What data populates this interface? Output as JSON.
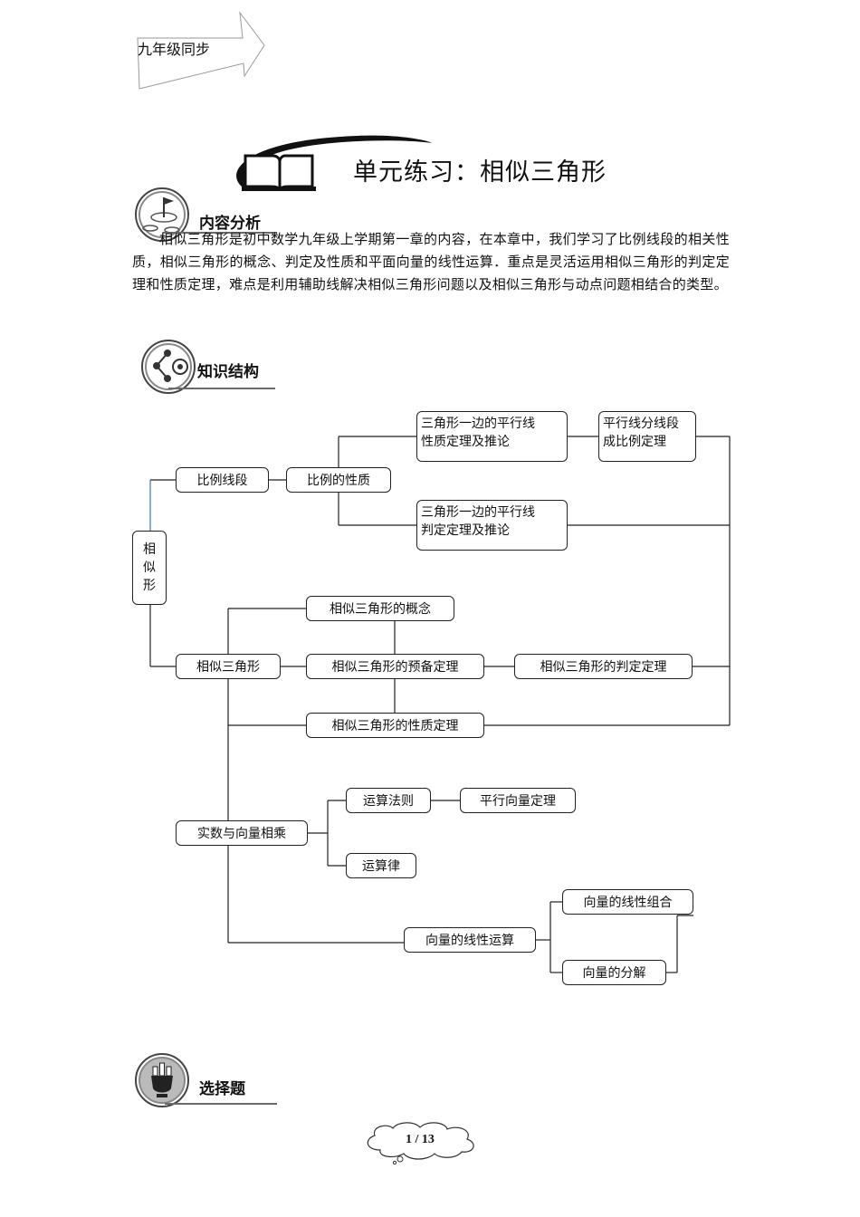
{
  "header": {
    "tag_label": "九年级同步",
    "title": "单元练习：相似三角形"
  },
  "sections": {
    "content_analysis": "内容分析",
    "knowledge_structure": "知识结构",
    "multiple_choice": "选择题"
  },
  "intro_text": "相似三角形是初中数学九年级上学期第一章的内容，在本章中，我们学习了比例线段的相关性质，相似三角形的概念、判定及性质和平面向量的线性运算．重点是灵活运用相似三角形的判定定理和性质定理，难点是利用辅助线解决相似三角形问题以及相似三角形与动点问题相结合的类型。",
  "tree": {
    "root": [
      "相",
      "似",
      "形"
    ],
    "proportional_segments": "比例线段",
    "proportion_properties": "比例的性质",
    "parallel_property_l1": "三角形一边的平行线",
    "parallel_property_l2": "性质定理及推论",
    "parallel_segments_l1": "平行线分线段",
    "parallel_segments_l2": "成比例定理",
    "parallel_judge_l1": "三角形一边的平行线",
    "parallel_judge_l2": "判定定理及推论",
    "similar_triangles": "相似三角形",
    "concept": "相似三角形的概念",
    "preliminary_theorem": "相似三角形的预备定理",
    "judgement_theorem": "相似三角形的判定定理",
    "property_theorem": "相似三角形的性质定理",
    "scalar_vector": "实数与向量相乘",
    "operation_rules": "运算法则",
    "parallel_vector_theorem": "平行向量定理",
    "operation_laws": "运算律",
    "vector_linear_ops": "向量的线性运算",
    "linear_combination": "向量的线性组合",
    "decomposition": "向量的分解"
  },
  "footer": {
    "page": "1 / 13"
  }
}
